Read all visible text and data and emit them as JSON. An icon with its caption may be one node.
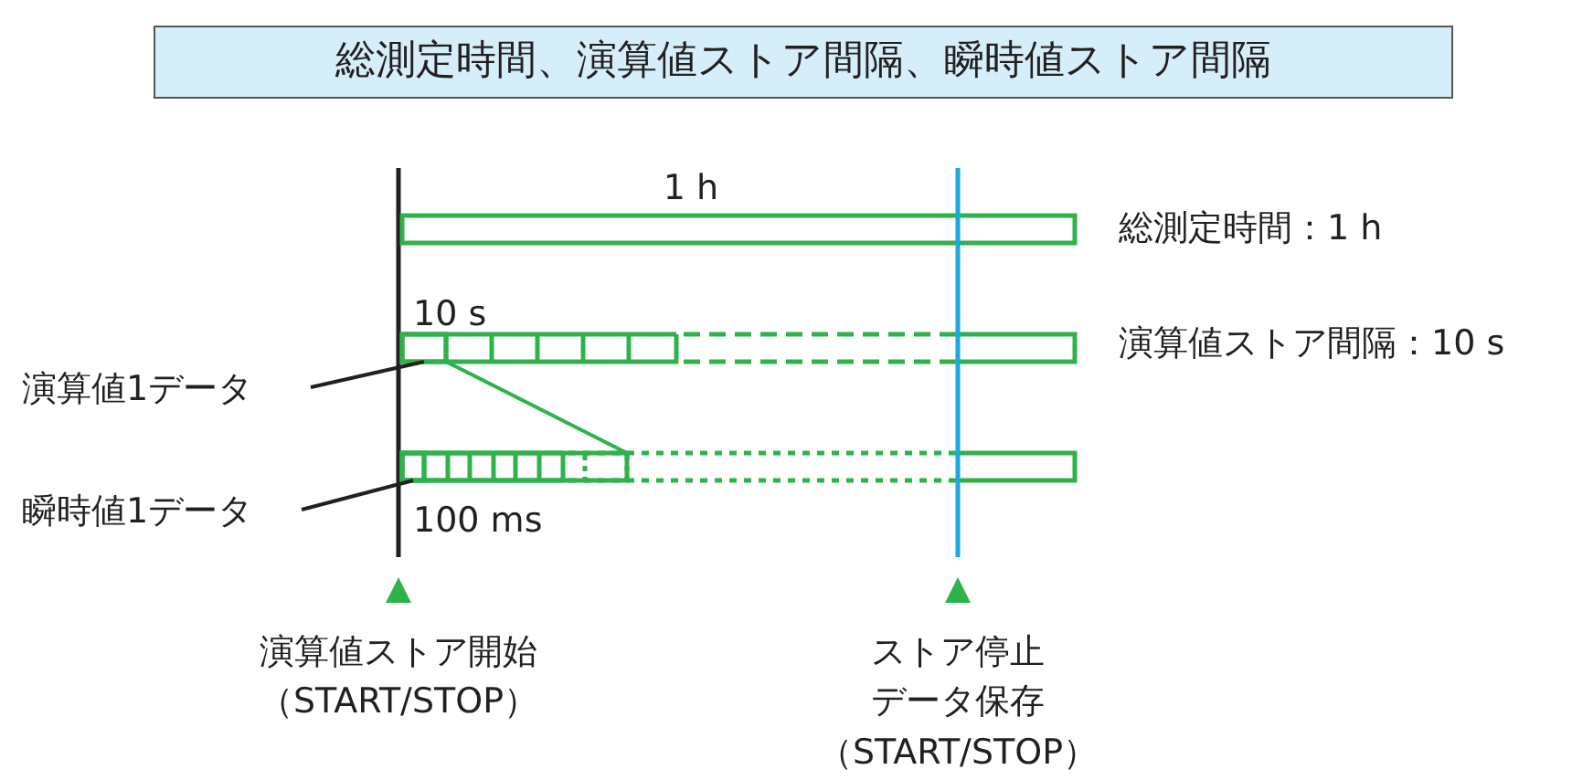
{
  "diagram": {
    "title": "総測定時間、演算値ストア間隔、瞬時値ストア間隔",
    "nodes": [
      {
        "text": [
          "演算値1データ"
        ]
      },
      {
        "text": [],
        "shape": "box"
      },
      {
        "text": [
          "瞬時値1データ"
        ]
      },
      {
        "text": [],
        "shape": "box",
        "in": 4
      },
      {
        "text": [],
        "shape": "box"
      }
    ],
    "edges": [
      {
        "from": 0,
        "to": 1,
        "arrow": "none"
      },
      {
        "from": 2,
        "to": 3,
        "arrow": "none"
      },
      {
        "from": 1,
        "to": 4,
        "arrow": "none",
        "color": "#2db34a"
      }
    ],
    "labels": [
      "1 h",
      "総測定時間：1 h",
      "10 s",
      "演算値ストア間隔：10 s",
      "100 ms",
      "演算値ストア開始",
      "（START/STOP）",
      "ストア停止",
      "データ保存",
      "（START/STOP）"
    ]
  }
}
